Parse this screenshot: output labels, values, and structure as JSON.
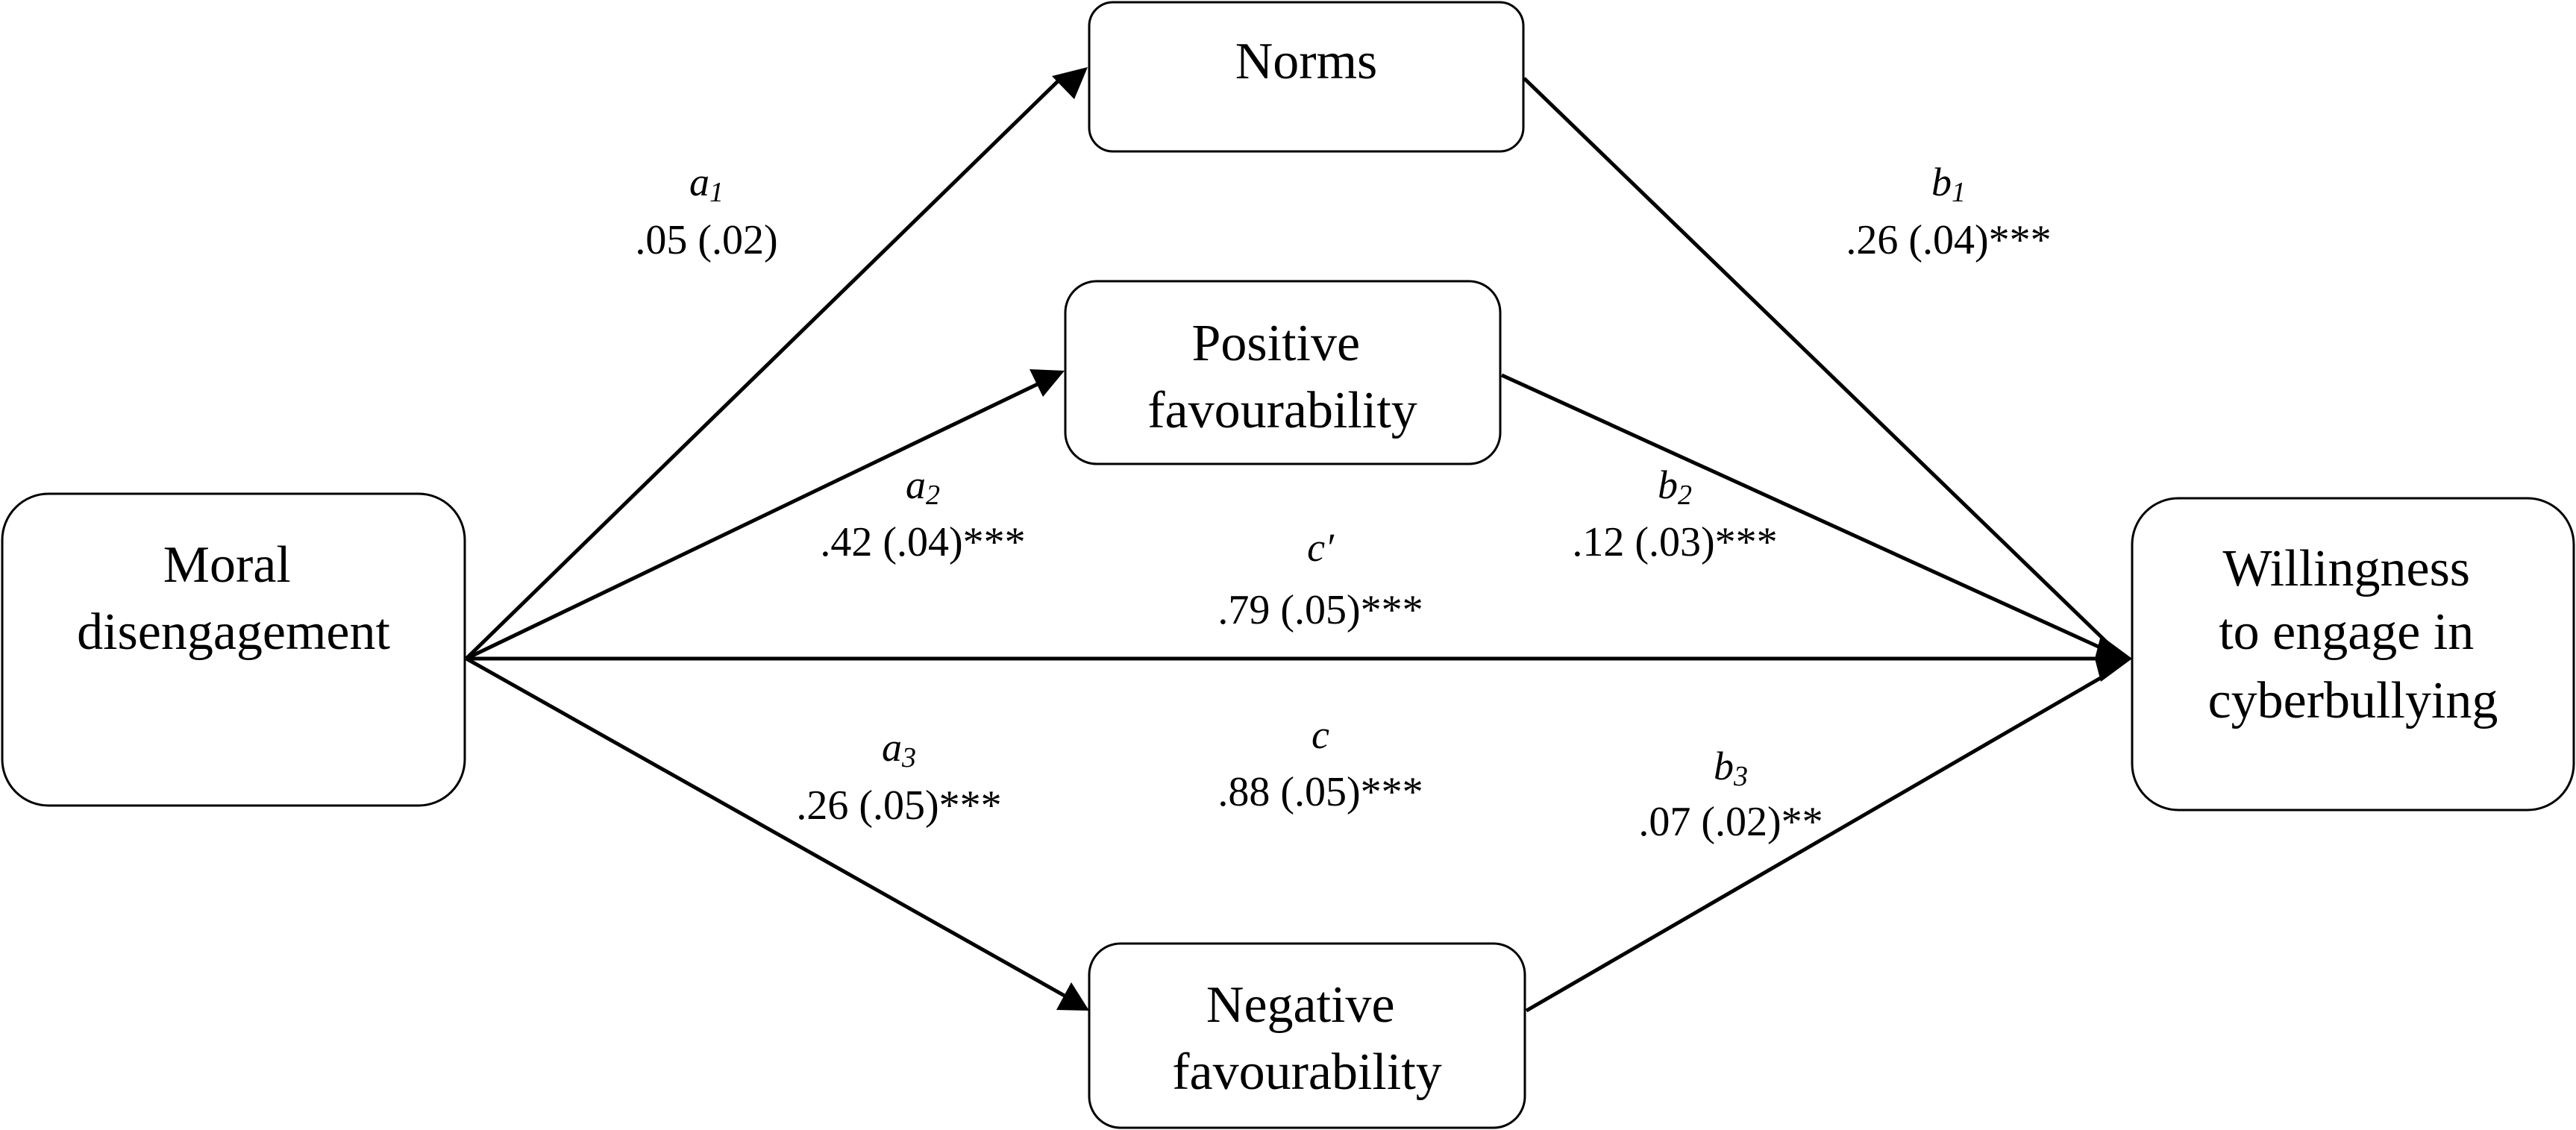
{
  "nodes": {
    "moral_disengagement": {
      "lines": [
        "Moral",
        "disengagement"
      ]
    },
    "norms": {
      "lines": [
        "Norms"
      ]
    },
    "positive_favourability": {
      "lines": [
        "Positive",
        "favourability"
      ]
    },
    "negative_favourability": {
      "lines": [
        "Negative",
        "favourability"
      ]
    },
    "willingness": {
      "lines": [
        "Willingness",
        "to engage in",
        "cyberbullying"
      ]
    }
  },
  "paths": {
    "a1": {
      "name": "a",
      "sub": "1",
      "value": ".05 (.02)"
    },
    "a2": {
      "name": "a",
      "sub": "2",
      "value": ".42 (.04)***"
    },
    "a3": {
      "name": "a",
      "sub": "3",
      "value": ".26 (.05)***"
    },
    "b1": {
      "name": "b",
      "sub": "1",
      "value": ".26 (.04)***"
    },
    "b2": {
      "name": "b",
      "sub": "2",
      "value": ".12 (.03)***"
    },
    "b3": {
      "name": "b",
      "sub": "3",
      "value": ".07 (.02)**"
    },
    "c_prime": {
      "name": "c′",
      "value": ".79 (.05)***"
    },
    "c": {
      "name": "c",
      "value": ".88 (.05)***"
    }
  }
}
